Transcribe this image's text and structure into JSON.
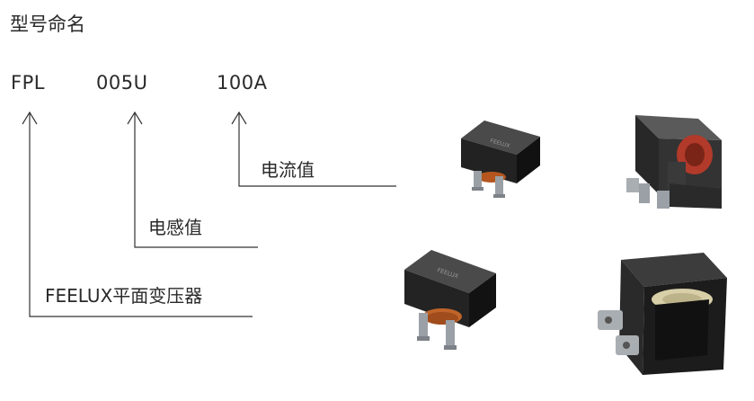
{
  "title": "型号命名",
  "code_parts": [
    {
      "text": "FPL"
    },
    {
      "text": "005U"
    },
    {
      "text": "100A"
    }
  ],
  "labels": {
    "current": "电流值",
    "inductance": "电感值",
    "brand": "FEELUX平面变压器"
  },
  "colors": {
    "text": "#2a2a2a",
    "line": "#333333",
    "core": "#262626",
    "copper": "#b5561f",
    "pin": "#9aa0a6"
  }
}
